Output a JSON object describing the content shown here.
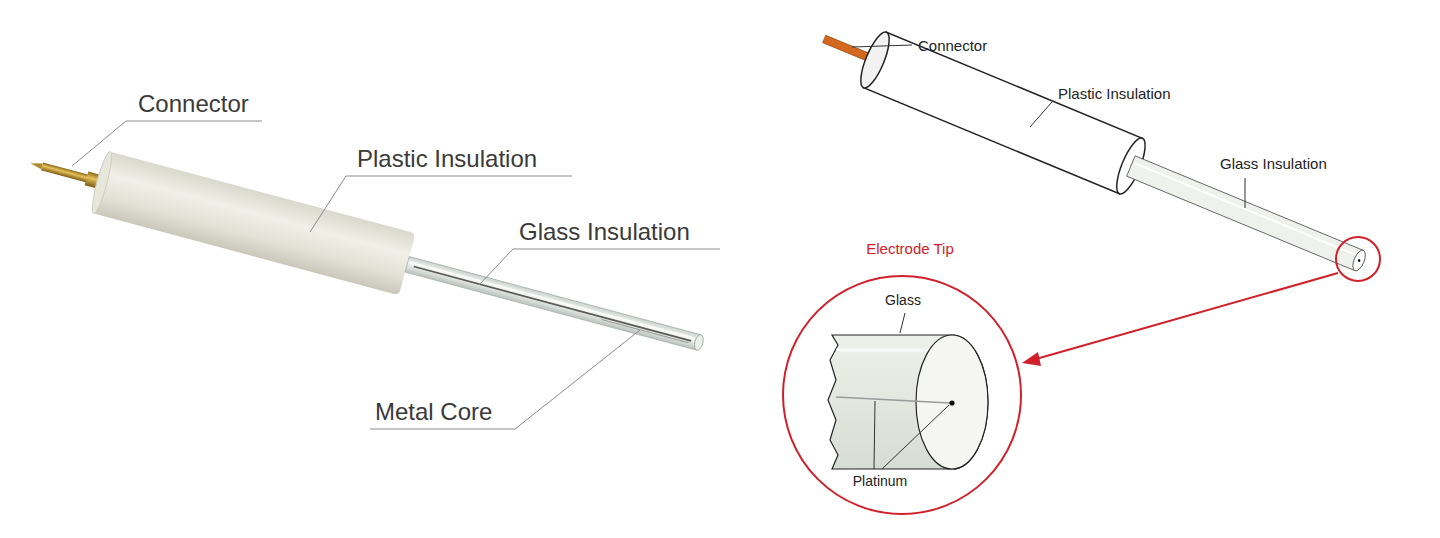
{
  "diagram": {
    "nodes": [
      {
        "text": [
          "Electrode Tip",
          "Glass",
          "Platinum"
        ]
      }
    ],
    "labels": [
      "Connector",
      "Plastic Insulation",
      "Glass Insulation",
      "Metal Core",
      "Connector",
      "Plastic Insulation",
      "Glass Insulation"
    ]
  }
}
